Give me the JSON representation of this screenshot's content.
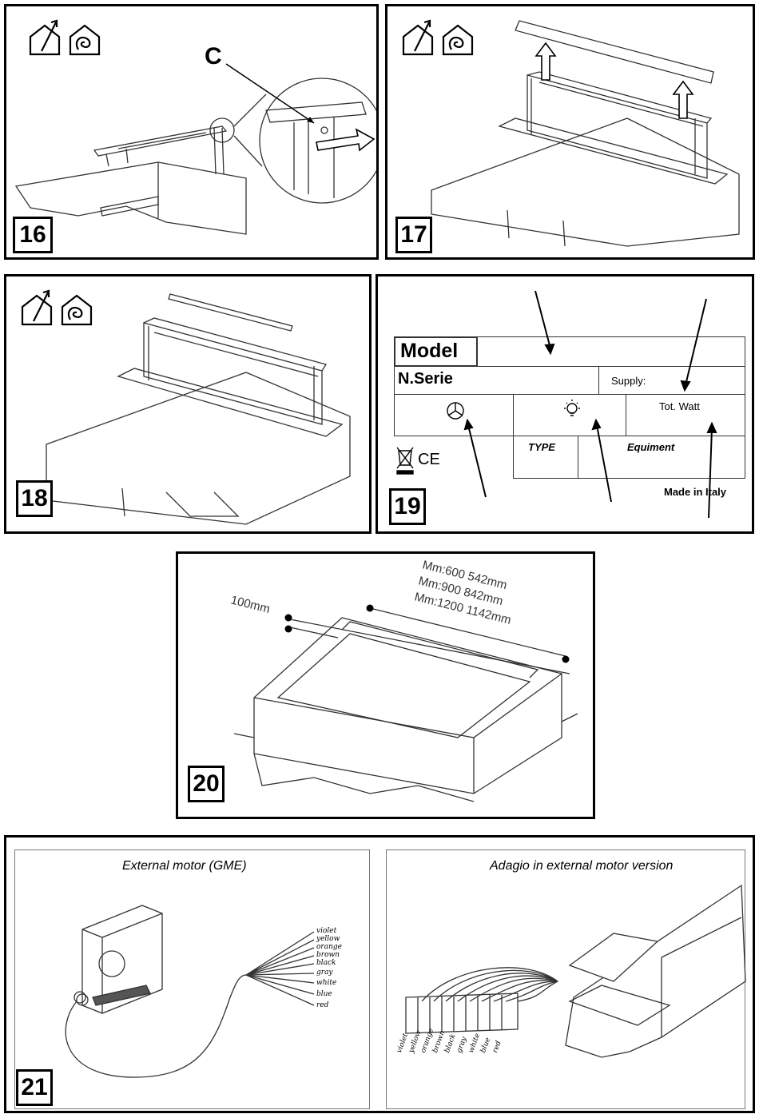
{
  "figures": {
    "f16": {
      "number": "16",
      "callout": "C"
    },
    "f17": {
      "number": "17"
    },
    "f18": {
      "number": "18"
    },
    "f19": {
      "number": "19",
      "model": "Model",
      "serie": "N.Serie",
      "supply": "Supply:",
      "tot_watt": "Tot. Watt",
      "type": "TYPE",
      "equiment": "Equiment",
      "made_in": "Made in Italy",
      "ce": "CE"
    },
    "f20": {
      "number": "20",
      "dim_left": "100mm",
      "dim_lines": [
        "Mm:600  542mm",
        "Mm:900  842mm",
        "Mm:1200  1142mm"
      ]
    },
    "f21": {
      "number": "21",
      "left_title": "External motor (GME)",
      "right_title": "Adagio in external motor version",
      "wires": [
        "violet",
        "yellow",
        "orange",
        "brown",
        "black",
        "gray",
        "white",
        "blue",
        "red"
      ]
    }
  },
  "icons": [
    "exhaust-house-icon",
    "recirculation-house-icon"
  ]
}
